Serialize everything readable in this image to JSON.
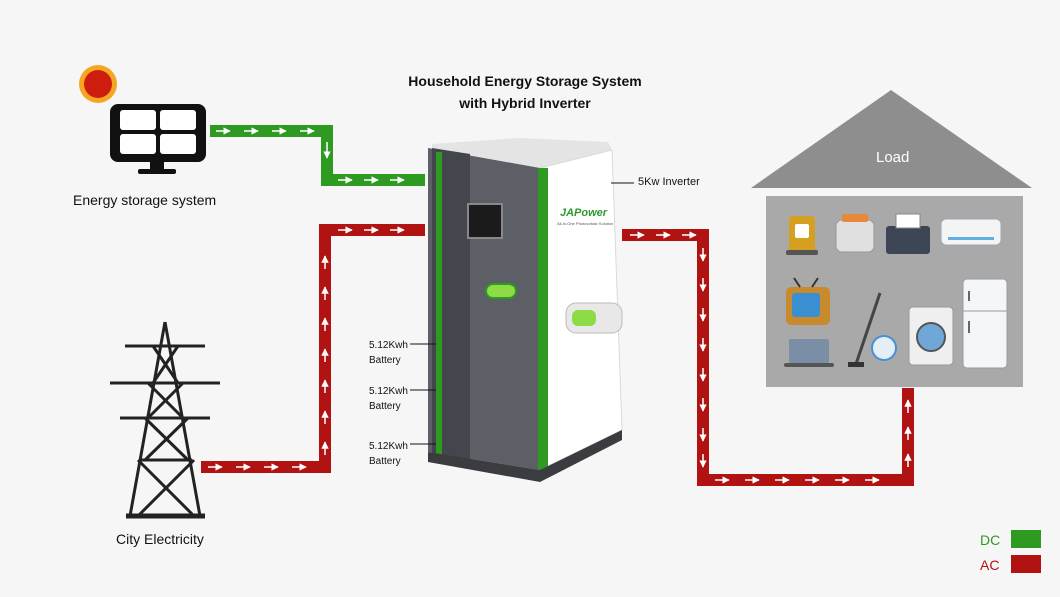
{
  "title": {
    "line1": "Household Energy Storage System",
    "line2": "with Hybrid Inverter"
  },
  "solar": {
    "label": "Energy storage system",
    "icon": "solar-panel-icon"
  },
  "grid": {
    "label": "City Electricity",
    "icon": "transmission-tower-icon"
  },
  "inverter": {
    "label": "5Kw Inverter",
    "brand": "JAPower",
    "brand_sub": "All-in-One Photovoltaic Solution"
  },
  "batteries": [
    {
      "capacity": "5.12Kwh",
      "name": "Battery"
    },
    {
      "capacity": "5.12Kwh",
      "name": "Battery"
    },
    {
      "capacity": "5.12Kwh",
      "name": "Battery"
    }
  ],
  "load": {
    "label": "Load",
    "appliances": [
      "kettle-icon",
      "toaster-icon",
      "printer-icon",
      "air-conditioner-icon",
      "television-icon",
      "vacuum-cleaner-icon",
      "washing-machine-icon",
      "refrigerator-icon",
      "laptop-icon"
    ]
  },
  "legend": [
    {
      "label": "DC",
      "color": "#2e9a22"
    },
    {
      "label": "AC",
      "color": "#b11313"
    }
  ],
  "colors": {
    "dc": "#2e9a22",
    "ac": "#b11313",
    "house": "#8e8e8e"
  }
}
